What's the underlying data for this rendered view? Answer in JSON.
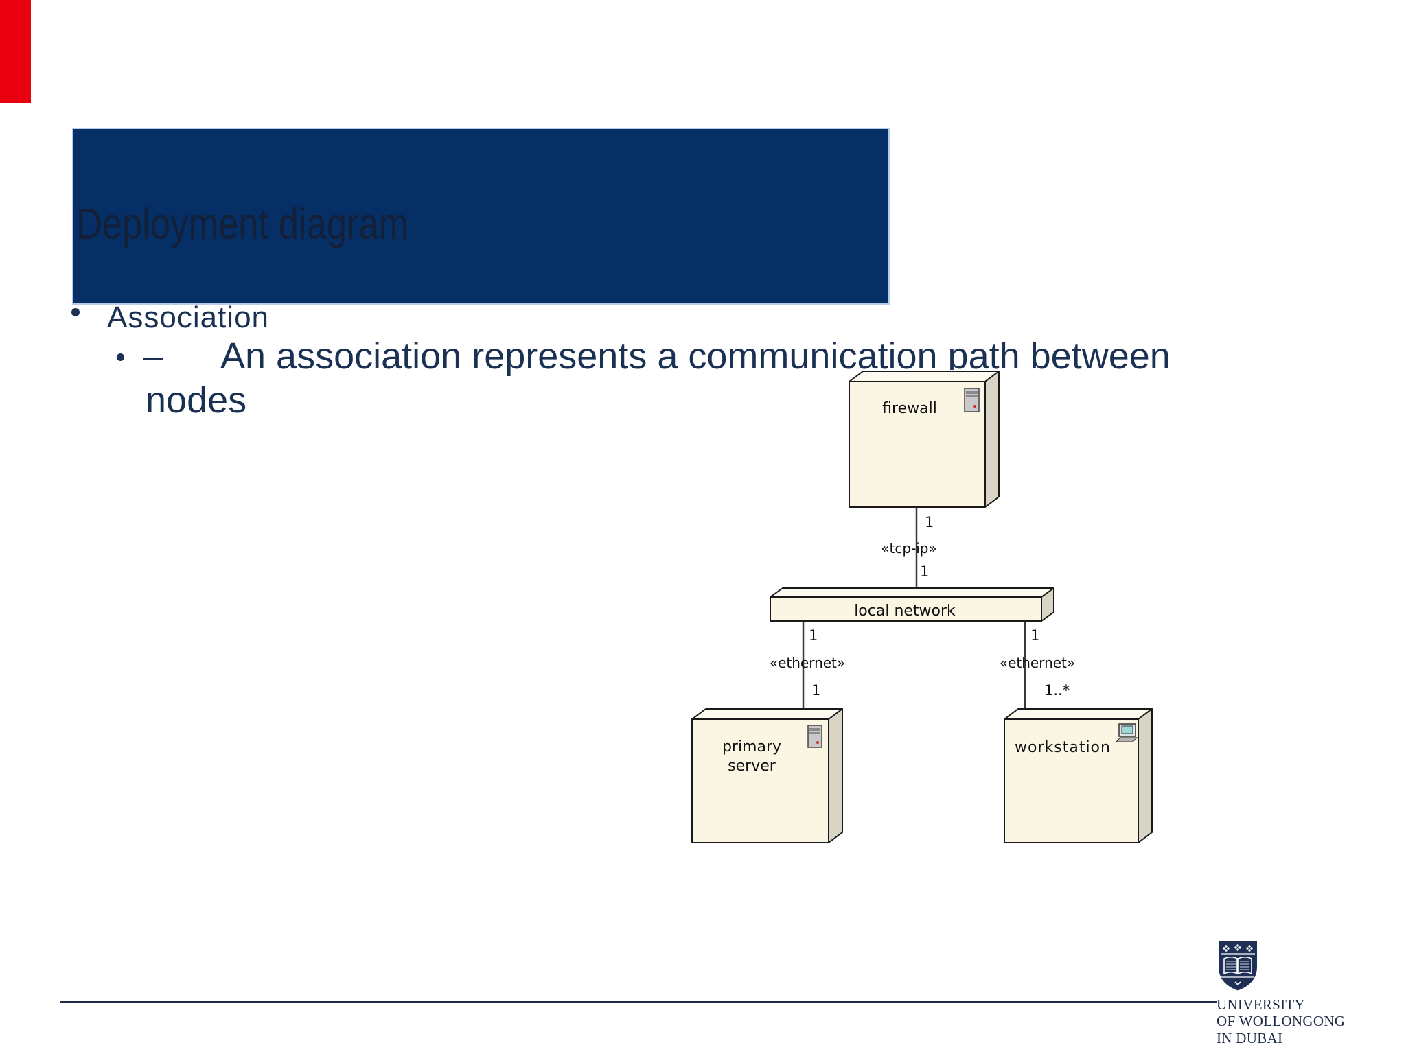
{
  "header": {
    "title": "Deployment diagram"
  },
  "bullets": {
    "level1": "Association",
    "level2_dash": "–",
    "level2_line1": "An association represents a communication path between",
    "level2_line2": "nodes"
  },
  "diagram": {
    "nodes": {
      "firewall": {
        "label": "firewall"
      },
      "network": {
        "label": "local network"
      },
      "server": {
        "label_line1": "primary",
        "label_line2": "server"
      },
      "workstation": {
        "label": "workstation"
      }
    },
    "connections": {
      "tcpip": {
        "stereotype": "«tcp-ip»",
        "mult_top": "1",
        "mult_bottom": "1"
      },
      "eth_left": {
        "stereotype": "«ethernet»",
        "mult_top": "1",
        "mult_bottom": "1"
      },
      "eth_right": {
        "stereotype": "«ethernet»",
        "mult_top": "1",
        "mult_bottom": "1..*"
      }
    },
    "icons": {
      "server_icon": "server-icon",
      "workstation_icon": "workstation-icon"
    }
  },
  "footer": {
    "logo_line1": "UNIVERSITY",
    "logo_line2": "OF WOLLONGONG",
    "logo_line3": "IN DUBAI"
  },
  "colors": {
    "accent_red": "#e8000e",
    "title_bar_blue": "#062f66",
    "title_bar_border": "#b9cbe8",
    "title_text": "#141f38",
    "body_text": "#1b3153",
    "node_fill": "#fbf6e4",
    "node_side": "#d9d5c6",
    "rule": "#1e2c44",
    "logo_navy": "#1f3054",
    "screen_teal": "#9fd8d8"
  }
}
